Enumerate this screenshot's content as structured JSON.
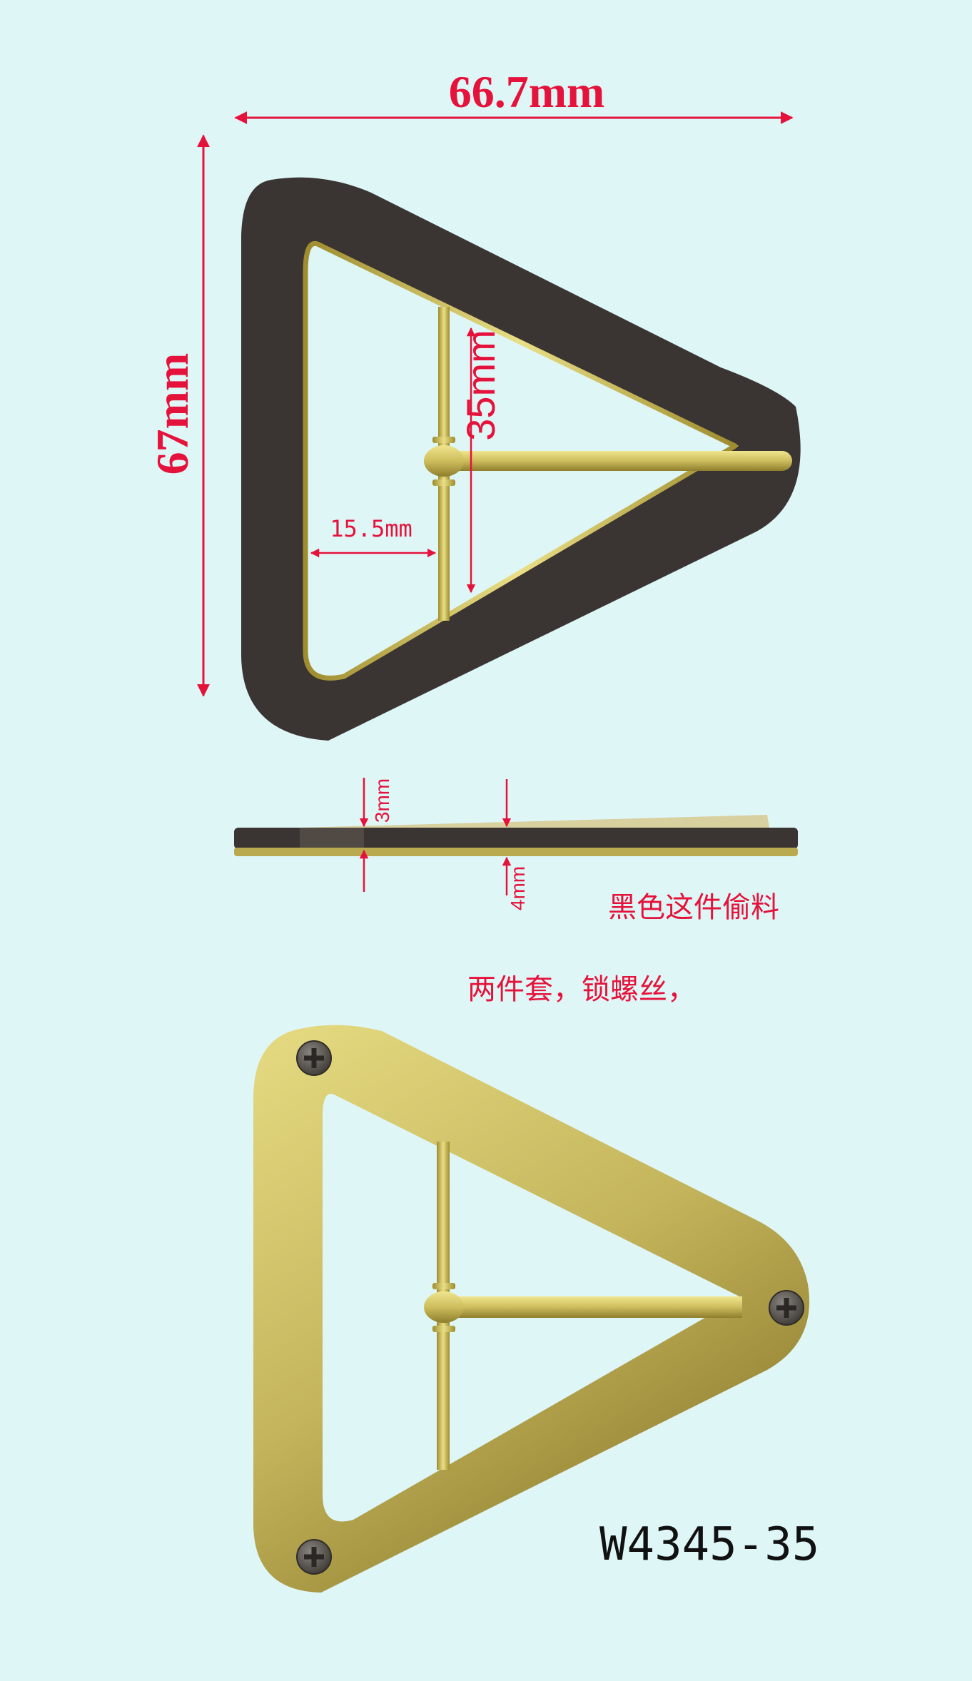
{
  "dimensions": {
    "width": "66.7mm",
    "height": "67mm",
    "bar_height": "35mm",
    "inner_offset": "15.5mm",
    "side_thickness_top": "3mm",
    "side_thickness_bottom": "4mm"
  },
  "notes": {
    "black_part_note": "黑色这件偷料",
    "assembly_note": "两件套，锁螺丝，"
  },
  "model_code": "W4345-35",
  "colors": {
    "background": "#dff6f7",
    "dimension": "#e5133b",
    "black_part": "#3a3432",
    "gold_light": "#e3d77e",
    "gold_dark": "#9a8a35",
    "screw": "#55514d"
  },
  "icons": {
    "screws": [
      "screw-icon",
      "screw-icon",
      "screw-icon"
    ]
  }
}
